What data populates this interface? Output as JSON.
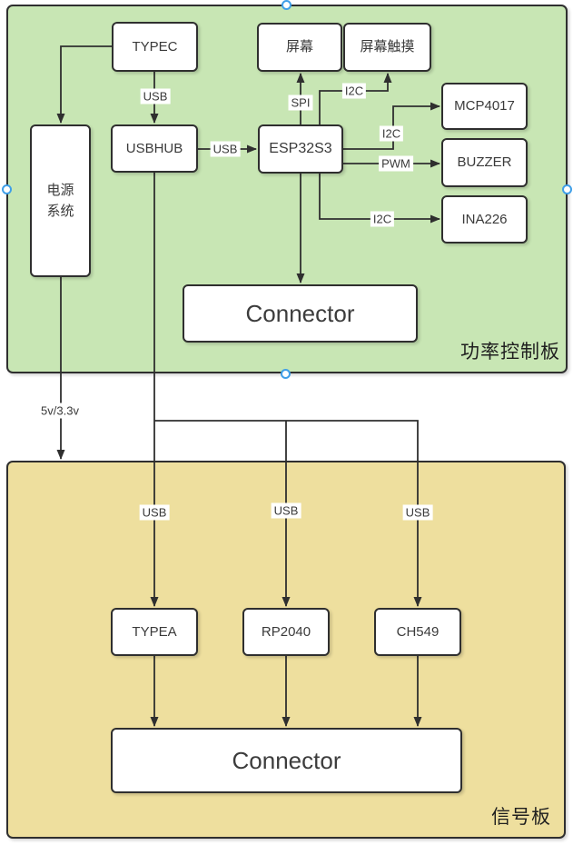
{
  "boards": {
    "power": {
      "label": "功率控制板"
    },
    "signal": {
      "label": "信号板"
    }
  },
  "nodes": {
    "power_system": {
      "label": "电源\n系统"
    },
    "typec": {
      "label": "TYPEC"
    },
    "usbhub": {
      "label": "USBHUB"
    },
    "screen": {
      "label": "屏幕"
    },
    "screen_touch": {
      "label": "屏幕触摸"
    },
    "esp32s3": {
      "label": "ESP32S3"
    },
    "mcp4017": {
      "label": "MCP4017"
    },
    "buzzer": {
      "label": "BUZZER"
    },
    "ina226": {
      "label": "INA226"
    },
    "power_connector": {
      "label": "Connector"
    },
    "typea": {
      "label": "TYPEA"
    },
    "rp2040": {
      "label": "RP2040"
    },
    "ch549": {
      "label": "CH549"
    },
    "signal_connector": {
      "label": "Connector"
    }
  },
  "edge_labels": {
    "typec_to_usbhub": "USB",
    "usbhub_to_esp32s3": "USB",
    "esp32s3_to_screen": "SPI",
    "esp32s3_to_screen_touch": "I2C",
    "esp32s3_to_mcp4017": "I2C",
    "esp32s3_to_buzzer": "PWM",
    "esp32s3_to_ina226": "I2C",
    "power_rail": "5v/3.3v",
    "usb_to_typea": "USB",
    "usb_to_rp2040": "USB",
    "usb_to_ch549": "USB"
  },
  "colors": {
    "power_board_fill": "#c8e6b4",
    "signal_board_fill": "#eedf9e",
    "node_fill": "#ffffff",
    "stroke": "#2f2f2f",
    "selection_handle": "#3f9fe8"
  }
}
